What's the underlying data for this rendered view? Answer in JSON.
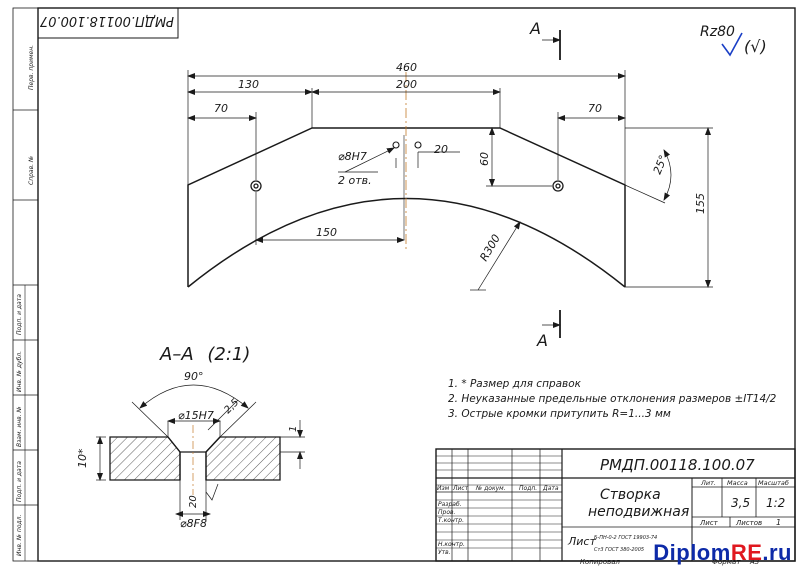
{
  "drawing": {
    "designation": "РМДП.00118.100.07",
    "designation_rotated": "РМДП.00118.100.07",
    "part_name_line1": "Створка",
    "part_name_line2": "неподвижная",
    "format": "А3",
    "copied_label": "Копировал",
    "format_label": "Формат",
    "roughness": "Rz80",
    "roughness_rest": "(√)",
    "section_mark": "А",
    "section_title": "А–А",
    "section_scale": "(2:1)",
    "material_line1": "Лист",
    "material_line2": "Б-ПН-0-2 ГОСТ 19903-74",
    "material_line3": "Ст3 ГОСТ 380-2005"
  },
  "title_block": {
    "headers": [
      "Изм",
      "Лист",
      "№ докум.",
      "Подп.",
      "Дата"
    ],
    "row_labels": [
      "Разраб.",
      "Пров.",
      "Т.контр.",
      "",
      "Н.контр.",
      "Утв."
    ],
    "lit_label": "Лит.",
    "mass_label": "Масса",
    "scale_label": "Масштаб",
    "mass": "3,5",
    "scale": "1:2",
    "sheet_label": "Лист",
    "sheets_label": "Листов",
    "sheets": "1"
  },
  "side_stamp": {
    "top": [
      "Перв. примен.",
      "Справ. №"
    ],
    "bottom": [
      "Подп. и дата",
      "Инв. № дубл.",
      "Взам. инв. №",
      "Подп. и дата",
      "Инв. № подл."
    ]
  },
  "dimensions": {
    "overall_width": "460",
    "left_offset": "130",
    "top_width": "200",
    "left_step": "70",
    "right_step": "70",
    "right_height": "60",
    "angle": "25°",
    "height": "155",
    "hole_offset": "150",
    "radius": "R300",
    "hole_dia": "⌀8H7",
    "hole_count": "2 отв.",
    "hole_spacing": "20",
    "section_angle": "90°",
    "csk_dia": "⌀15H7",
    "chamfer": "2,5",
    "thickness": "10*",
    "depth": "1",
    "bore_dia": "⌀8F8",
    "bore_rough": "20"
  },
  "notes": [
    "1. * Размер для справок",
    "2. Неуказанные предельные отклонения размеров ±IT14/2",
    "3. Острые кромки притупить R=1...3 мм"
  ],
  "watermark": {
    "part1": "Diplom",
    "part2": "RE",
    "part3": ".ru"
  },
  "colors": {
    "ink": "#1a1a1a",
    "frame": "#1a1a1a",
    "axis": "#c47a2a",
    "watermark_blue": "#0d2aa8",
    "watermark_red": "#e0181f"
  }
}
